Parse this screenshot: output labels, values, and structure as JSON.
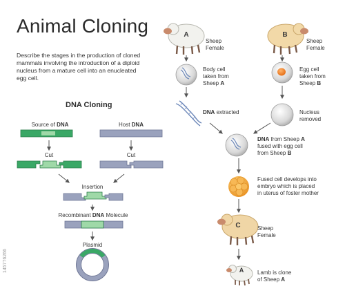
{
  "title": "Animal Cloning",
  "description": [
    "Describe the stages in the production of cloned",
    "mammals involving the introduction of a diploid",
    "nucleus from a mature cell into an enucleated",
    "egg cell."
  ],
  "dna_cloning": {
    "heading": "DNA Cloning",
    "source_label": {
      "pre": "Source of ",
      "bold": "DNA"
    },
    "host_label": {
      "pre": "Host ",
      "bold": "DNA"
    },
    "cut_left": "Cut",
    "cut_right": "Cut",
    "insertion": "Insertion",
    "recombinant": {
      "pre": "Recombinant ",
      "bold": "DNA",
      "post": " Molecule"
    },
    "plasmid": "Plasmid",
    "colors": {
      "source": "#3aa866",
      "source_light": "#9fd9a8",
      "host": "#9aa2bd",
      "host_edge": "#6f7795"
    }
  },
  "cloning": {
    "sheep_a": {
      "badge": "A",
      "label": [
        "Sheep",
        "Female"
      ]
    },
    "sheep_b": {
      "badge": "B",
      "label": [
        "Sheep",
        "Female"
      ]
    },
    "body_cell": {
      "pre": [
        "Body cell",
        "taken from",
        "Sheep "
      ],
      "bold": "A"
    },
    "egg_cell": {
      "pre": [
        "Egg cell",
        "taken from",
        "Sheep "
      ],
      "bold": "B"
    },
    "dna_extracted": {
      "bold": "DNA",
      "post": " extracted"
    },
    "nucleus_removed": [
      "Nucleus",
      "removed"
    ],
    "fused": {
      "line1_bold": "DNA",
      "line1_post": " from Sheep ",
      "line1_bold2": "A",
      "line2": "fused with egg cell",
      "line3_pre": "from Sheep ",
      "line3_bold": "B"
    },
    "embryo": [
      "Fused cell develops into",
      "embryo which is placed",
      "in uterus of foster mother"
    ],
    "sheep_c": {
      "badge": "C",
      "label": [
        "Sheep",
        "Female"
      ]
    },
    "lamb": {
      "badge": "A",
      "pre": [
        "Lamb is clone",
        "of Sheep "
      ],
      "bold": "A"
    },
    "colors": {
      "wool_a": "#f2f2ee",
      "wool_b": "#f2d9a8",
      "wool_c": "#f0d6a6",
      "face": "#c98b6c",
      "egg_nucleus": "#f07a20",
      "embryo": "#f2a640"
    }
  },
  "watermark": "145776266"
}
